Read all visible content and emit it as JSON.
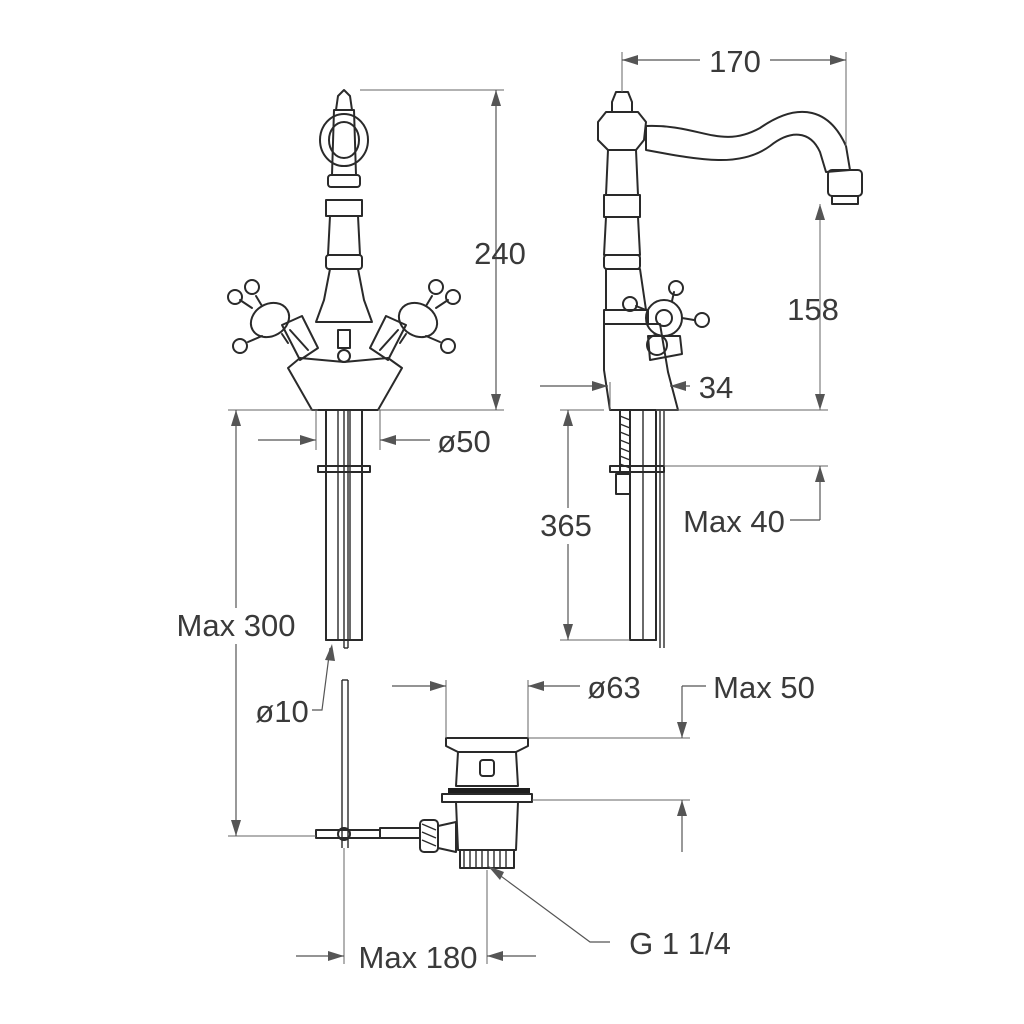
{
  "dimensions": {
    "width_170": "170",
    "height_240": "240",
    "spout_158": "158",
    "offset_34": "34",
    "diameter_50": "ø50",
    "height_365": "365",
    "max_40": "Max 40",
    "max_300": "Max 300",
    "diameter_10": "ø10",
    "diameter_63": "ø63",
    "max_50": "Max 50",
    "thread": "G 1 1/4",
    "max_180": "Max 180"
  },
  "colors": {
    "line": "#2a2a2a",
    "dimension": "#555555",
    "text": "#3a3a3a",
    "background": "#ffffff"
  }
}
